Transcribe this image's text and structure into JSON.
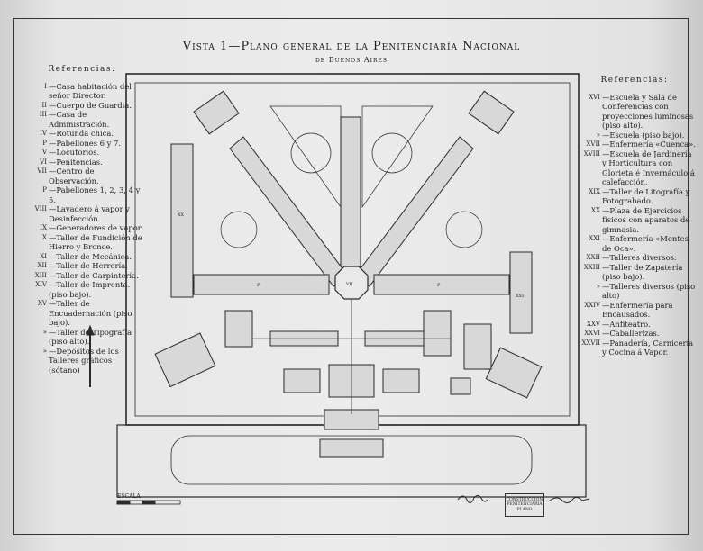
{
  "title": "Vista 1—Plano general de la Penitenciaría Nacional",
  "subtitle": "de Buenos Aires",
  "left_references": {
    "heading": "Referencias:",
    "items": [
      {
        "num": "I",
        "text": "—Casa habitación del señor Director."
      },
      {
        "num": "II",
        "text": "—Cuerpo de Guardia."
      },
      {
        "num": "III",
        "text": "—Casa de Administración."
      },
      {
        "num": "IV",
        "text": "—Rotunda chica."
      },
      {
        "num": "P",
        "text": "—Pabellones 6 y 7."
      },
      {
        "num": "V",
        "text": "—Locutorios."
      },
      {
        "num": "VI",
        "text": "—Penitencias."
      },
      {
        "num": "VII",
        "text": "—Centro de Observación."
      },
      {
        "num": "P",
        "text": "—Pabellones 1, 2, 3, 4 y 5."
      },
      {
        "num": "VIII",
        "text": "—Lavadero á vapor y Desinfección."
      },
      {
        "num": "IX",
        "text": "—Generadores de vapor."
      },
      {
        "num": "X",
        "text": "—Taller de Fundición de Hierro y Bronce."
      },
      {
        "num": "XI",
        "text": "—Taller de Mecánica."
      },
      {
        "num": "XII",
        "text": "—Taller de Herrería."
      },
      {
        "num": "XIII",
        "text": "—Taller de Carpintería."
      },
      {
        "num": "XIV",
        "text": "—Taller de Imprenta. (piso bajo)."
      },
      {
        "num": "XV",
        "text": "—Taller de Encuadernación (piso bajo)."
      },
      {
        "num": "»",
        "text": "—Taller de Tipografía (piso alto)."
      },
      {
        "num": "»",
        "text": "—Depósitos de los Talleres gráficos (sótano)"
      }
    ]
  },
  "right_references": {
    "heading": "Referencias:",
    "items": [
      {
        "num": "XVI",
        "text": "—Escuela y Sala de Conferencias con proyecciones luminosas (piso alto)."
      },
      {
        "num": "»",
        "text": "—Escuela (piso bajo)."
      },
      {
        "num": "XVII",
        "text": "—Enfermería «Cuenca»."
      },
      {
        "num": "XVIII",
        "text": "—Escuela de Jardinería y Horticultura con Glorieta é Invernáculo á calefacción."
      },
      {
        "num": "XIX",
        "text": "—Taller de Litografía y Fotograbado."
      },
      {
        "num": "XX",
        "text": "—Plaza de Ejercicios físicos con aparatos de gimnasia."
      },
      {
        "num": "XXI",
        "text": "—Enfermería «Montes de Oca»."
      },
      {
        "num": "XXII",
        "text": "—Talleres diversos."
      },
      {
        "num": "XXIII",
        "text": "—Taller de Zapatería (piso bajo)."
      },
      {
        "num": "»",
        "text": "—Talleres diversos (piso alto)"
      },
      {
        "num": "XXIV",
        "text": "—Enfermería para Encausados."
      },
      {
        "num": "XXV",
        "text": "—Anfiteatro."
      },
      {
        "num": "XXVI",
        "text": "—Caballerizas."
      },
      {
        "num": "XXVII",
        "text": "—Panadería, Carnicería y Cocina á Vapor."
      }
    ]
  },
  "plan_labels": {
    "center": "VII",
    "pavilion": "P",
    "workshop_left": "XX",
    "workshop_right": "XXI"
  },
  "scale_label": "ESCALA",
  "stamp_text": "CONSTRUCCIÓN PENITENCIARÍA PLANO",
  "colors": {
    "ink": "#2a2a2a",
    "paper": "#e9e9e9"
  }
}
